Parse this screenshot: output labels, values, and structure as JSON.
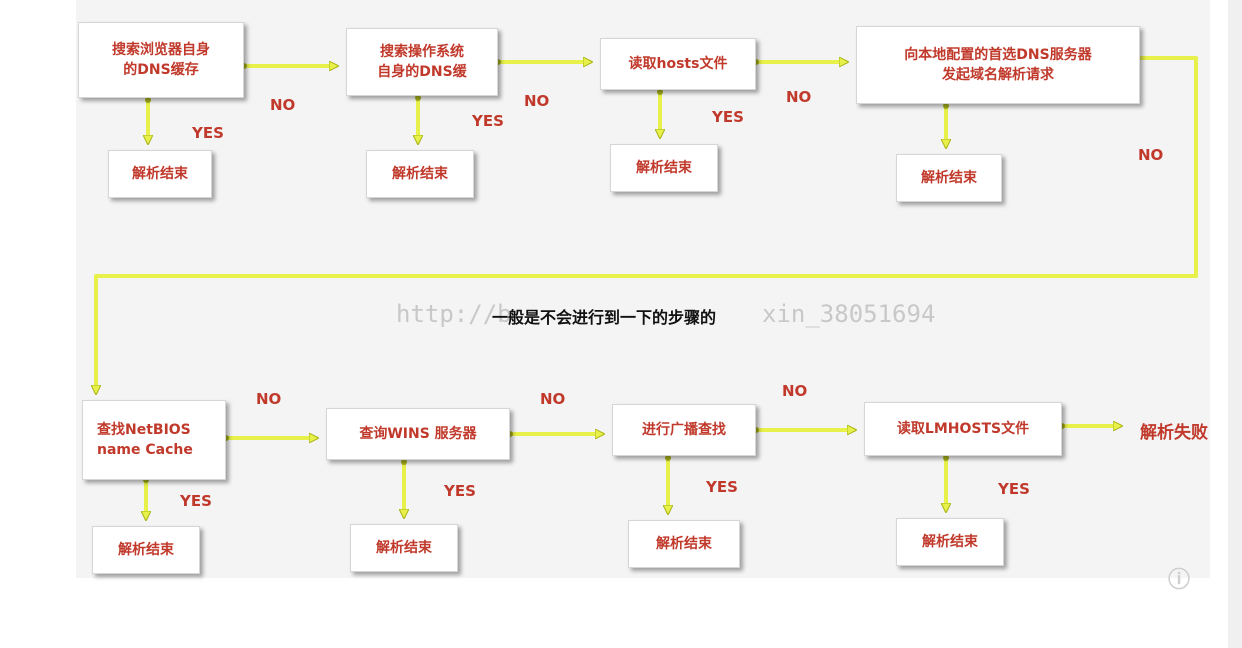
{
  "nodes": {
    "browser_cache": "搜索浏览器自身\n的DNS缓存",
    "os_cache": "搜索操作系统\n自身的DNS缓",
    "hosts": "读取hosts文件",
    "preferred_dns": "向本地配置的首选DNS服务器\n发起域名解析请求",
    "netbios": "查找NetBIOS\nname Cache",
    "wins": "查询WINS 服务器",
    "broadcast": "进行广播查找",
    "lmhosts": "读取LMHOSTS文件"
  },
  "end_label": "解析结束",
  "fail_label": "解析失败",
  "yes_label": "YES",
  "no_label": "NO",
  "note": "一般是不会进行到一下的步骤的",
  "watermark": {
    "left": "http://b",
    "right": "xin_38051694"
  },
  "colors": {
    "arrow": "#e8f04a",
    "arrow_edge": "#a8b21a",
    "text": "#c0392b"
  }
}
